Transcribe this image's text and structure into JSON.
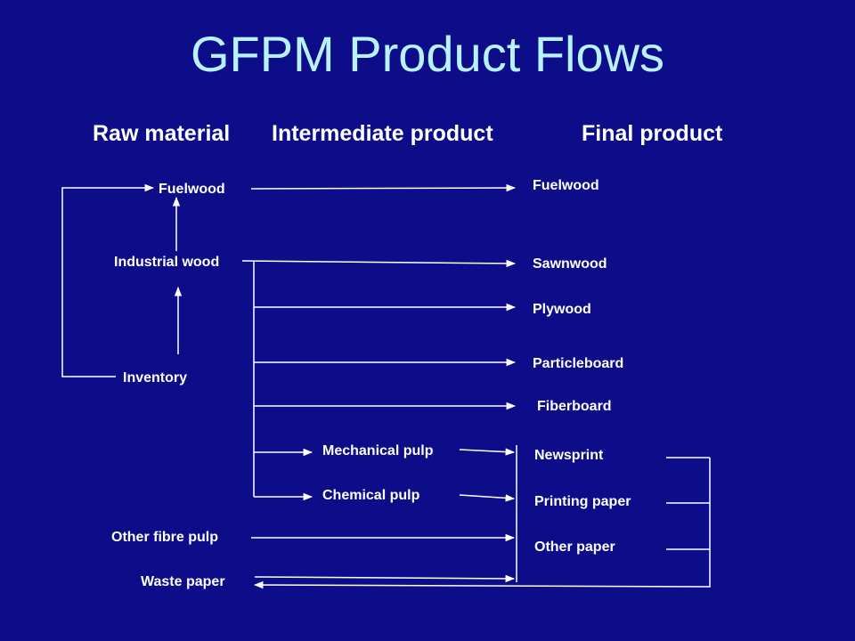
{
  "title": "GFPM Product Flows",
  "columns": {
    "raw": "Raw material",
    "intermediate": "Intermediate product",
    "final": "Final product"
  },
  "raw_nodes": {
    "fuelwood": "Fuelwood",
    "industrial_wood": "Industrial wood",
    "inventory": "Inventory",
    "other_fibre_pulp": "Other fibre pulp",
    "waste_paper": "Waste paper"
  },
  "intermediate_nodes": {
    "mechanical_pulp": "Mechanical pulp",
    "chemical_pulp": "Chemical pulp"
  },
  "final_nodes": {
    "fuelwood": "Fuelwood",
    "sawnwood": "Sawnwood",
    "plywood": "Plywood",
    "particleboard": "Particleboard",
    "fiberboard": "Fiberboard",
    "newsprint": "Newsprint",
    "printing_paper": "Printing paper",
    "other_paper": "Other paper"
  },
  "colors": {
    "background": "#0d0d8a",
    "title": "#b8f2ff",
    "text": "#ffffff"
  }
}
